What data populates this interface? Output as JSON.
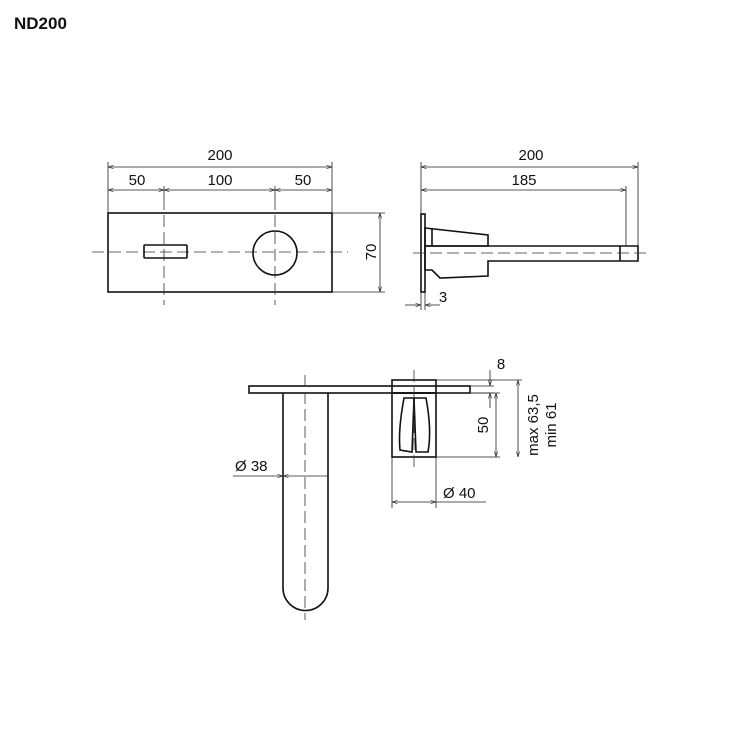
{
  "title": "ND200",
  "front_view": {
    "overall_width": "200",
    "left_spacing": "50",
    "center_spacing": "100",
    "right_spacing": "50",
    "height": "70"
  },
  "side_view": {
    "overall_length": "200",
    "spout_length": "185",
    "plate_thickness": "3"
  },
  "section_view": {
    "top_offset": "8",
    "handle_height": "50",
    "depth_range": "max 63,5\nmin 61",
    "spout_diameter": "Ø 38",
    "handle_diameter": "Ø 40"
  }
}
